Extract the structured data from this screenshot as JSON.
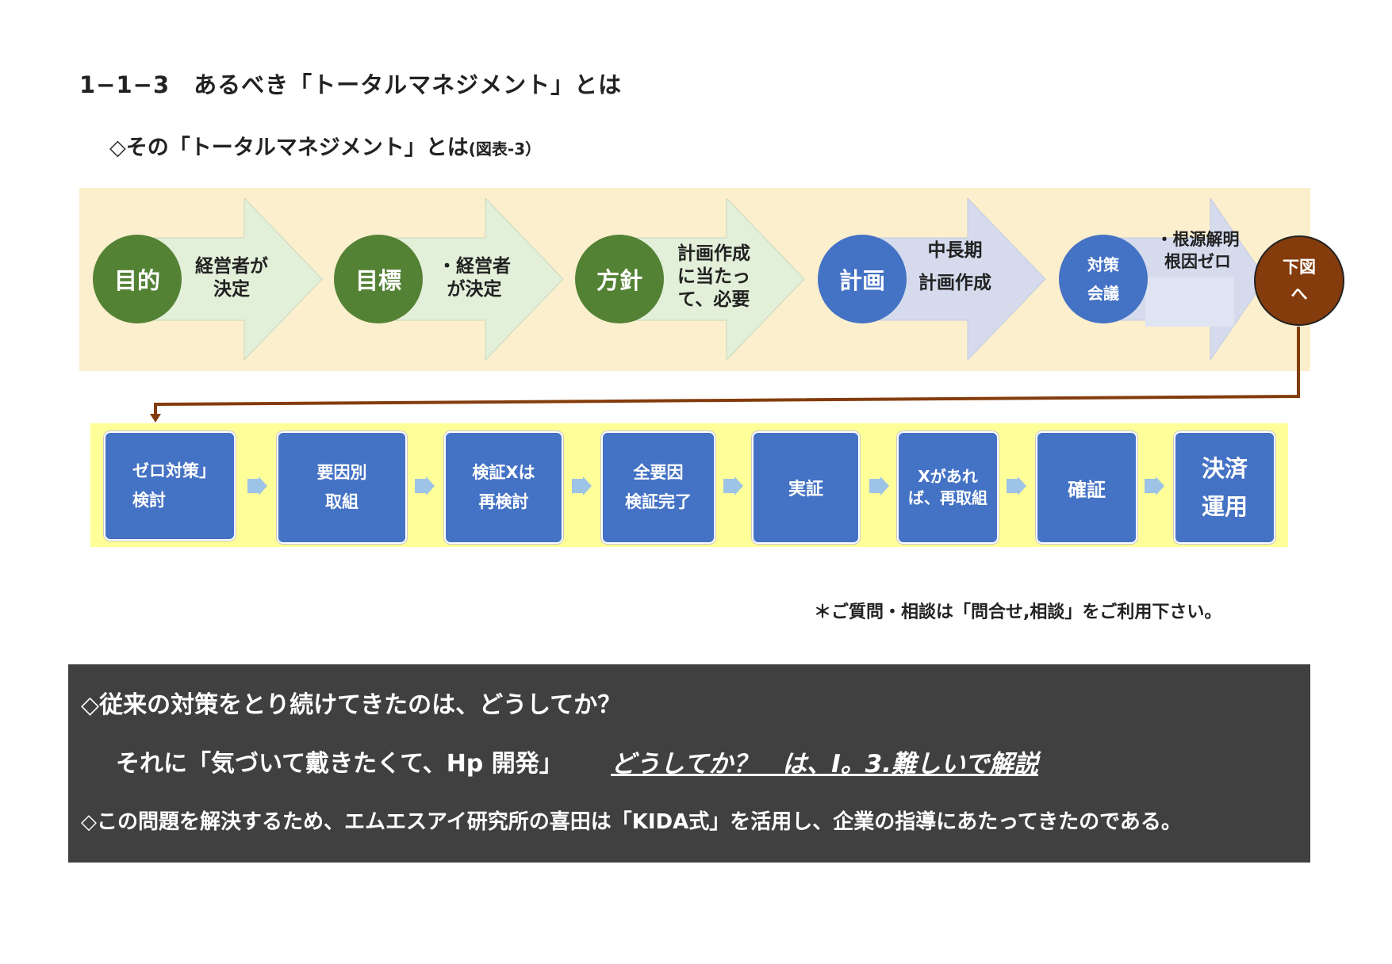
{
  "title": "1−1−3　あるべき「トータルマネジメント」とは",
  "subtitle": {
    "main": "◇その「トータルマネジメント」とは",
    "small": "(図表-3）"
  },
  "top_flow": [
    {
      "circle": "目的",
      "lines": [
        "経営者が",
        "決定"
      ]
    },
    {
      "circle": "目標",
      "lines": [
        "・経営者",
        "が決定"
      ]
    },
    {
      "circle": "方針",
      "lines": [
        "計画作成",
        "に当たっ",
        "て、必要"
      ]
    },
    {
      "circle": "計画",
      "lines": [
        "中長期",
        "計画作成"
      ]
    },
    {
      "circle_lines": [
        "対策",
        "会議"
      ],
      "lines": [
        "・根源解明",
        "根因ゼロ"
      ]
    }
  ],
  "next_circle": [
    "下図",
    "へ"
  ],
  "bottom_steps": [
    [
      "ゼロ対策」",
      "検討"
    ],
    [
      "要因別",
      "取組"
    ],
    [
      "検証Xは",
      "再検討"
    ],
    [
      "全要因",
      "検証完了"
    ],
    [
      "実証"
    ],
    [
      "Xがあれ",
      "ば、再取組"
    ],
    [
      "確証"
    ],
    [
      "決済",
      "運用"
    ]
  ],
  "note": "＊ご質問・相談は「問合せ,相談」をご利用下さい。",
  "dark_box": {
    "line1": "◇従来の対策をとり続けてきたのは、どうしてか？",
    "line2": "それに「気づいて戴きたくて、Hp 開発」",
    "line2_link": "どうしてか？　は、Ⅰ。3.難しいで解説",
    "line3": "◇この問題を解決するため、エムエスアイ研究所の喜田は「KIDA式」を活用し、企業の指導にあたってきたのである。"
  },
  "colors": {
    "green": "#548235",
    "blue": "#4472c4",
    "brown": "#843c0c",
    "green_arrow": "#e2efd9",
    "blue_arrow": "#d5dbed",
    "top_band": "#fcefcd",
    "bottom_band": "#ffff99",
    "dark_box": "#404040"
  }
}
